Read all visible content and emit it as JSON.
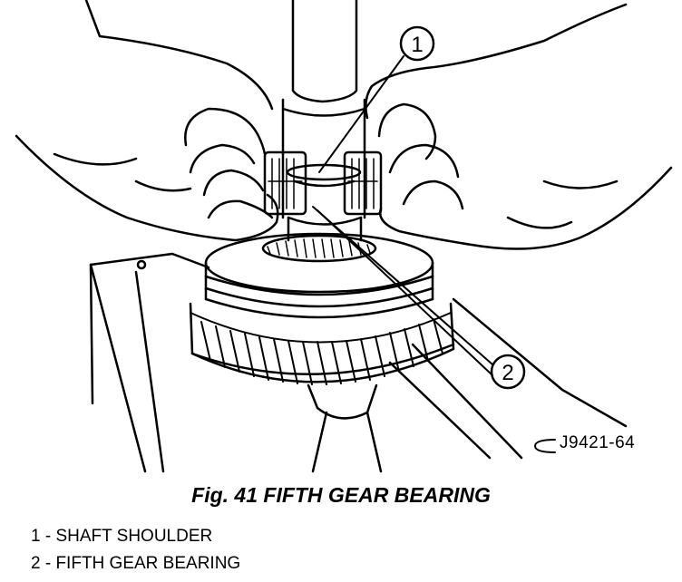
{
  "figure": {
    "caption": "Fig. 41 FIFTH GEAR BEARING",
    "reference_code": "J9421-64",
    "callouts": [
      {
        "number": "1",
        "label": "1 - SHAFT SHOULDER"
      },
      {
        "number": "2",
        "label": "2 - FIFTH GEAR BEARING"
      }
    ]
  },
  "colors": {
    "ink": "#000000",
    "paper": "#ffffff"
  }
}
